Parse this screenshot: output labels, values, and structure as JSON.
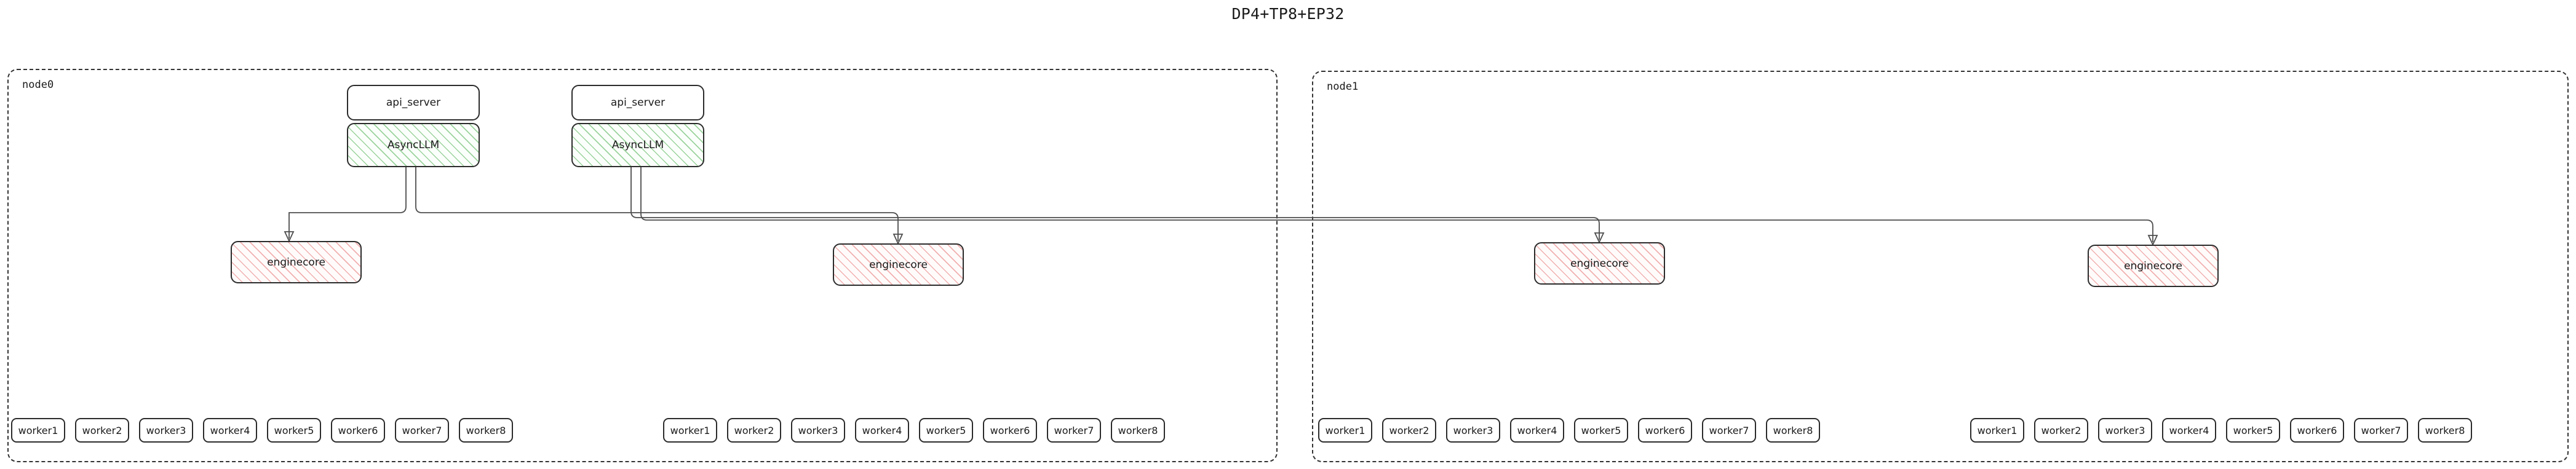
{
  "title": "DP4+TP8+EP32",
  "clusters": [
    {
      "id": "node0",
      "label": "node0"
    },
    {
      "id": "node1",
      "label": "node1"
    }
  ],
  "api_servers": [
    {
      "label": "api_server"
    },
    {
      "label": "api_server"
    }
  ],
  "async_llms": [
    {
      "label": "AsyncLLM"
    },
    {
      "label": "AsyncLLM"
    }
  ],
  "enginecores": [
    {
      "label": "enginecore"
    },
    {
      "label": "enginecore"
    },
    {
      "label": "enginecore"
    },
    {
      "label": "enginecore"
    }
  ],
  "worker_groups": [
    {
      "id": "node0-group0",
      "workers": [
        "worker1",
        "worker2",
        "worker3",
        "worker4",
        "worker5",
        "worker6",
        "worker7",
        "worker8"
      ]
    },
    {
      "id": "node0-group1",
      "workers": [
        "worker1",
        "worker2",
        "worker3",
        "worker4",
        "worker5",
        "worker6",
        "worker7",
        "worker8"
      ]
    },
    {
      "id": "node1-group0",
      "workers": [
        "worker1",
        "worker2",
        "worker3",
        "worker4",
        "worker5",
        "worker6",
        "worker7",
        "worker8"
      ]
    },
    {
      "id": "node1-group1",
      "workers": [
        "worker1",
        "worker2",
        "worker3",
        "worker4",
        "worker5",
        "worker6",
        "worker7",
        "worker8"
      ]
    }
  ],
  "colors": {
    "async_llm_hatch": "#4caf50",
    "enginecore_hatch": "#e57373",
    "border": "#2b2b2b",
    "cluster_border": "#333333",
    "edge": "#4d4d4d",
    "text": "#1a1a1a",
    "background": "#ffffff"
  }
}
